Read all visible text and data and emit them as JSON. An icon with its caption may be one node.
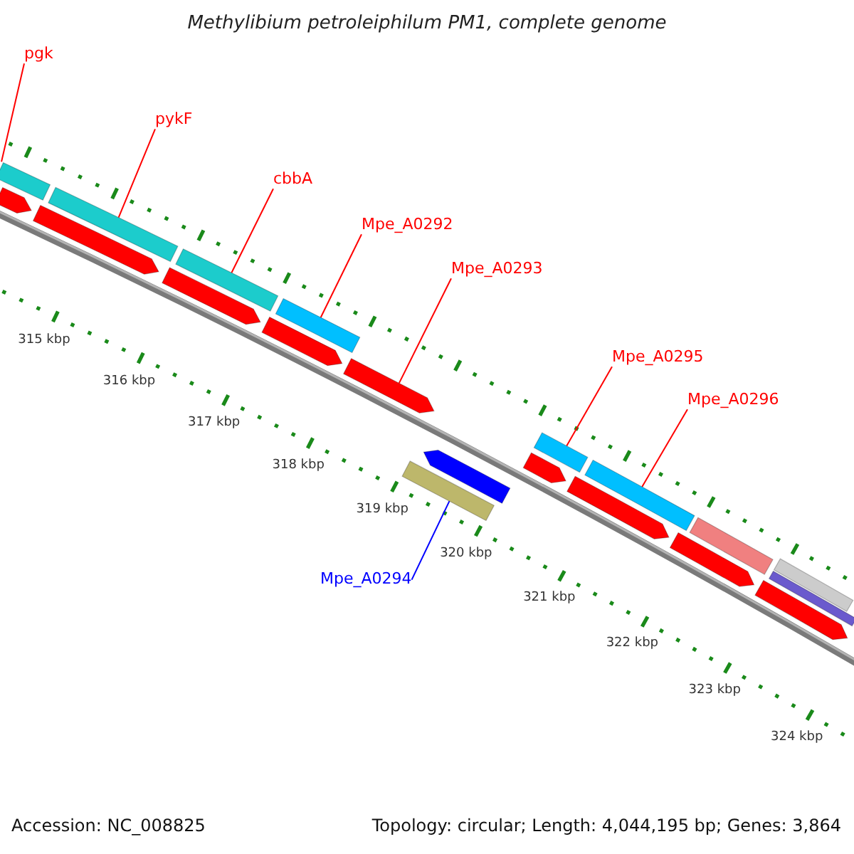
{
  "diagram": {
    "title": "Methylibium petroleiphilum PM1, complete genome",
    "nodes": [
      {
        "text": [
          "pgk"
        ]
      },
      {
        "text": [
          "pykF"
        ]
      },
      {
        "text": [
          "cbbA"
        ]
      },
      {
        "text": [
          "Mpe_A0292"
        ]
      },
      {
        "text": [
          "Mpe_A0293"
        ]
      },
      {
        "text": [
          "Mpe_A0295"
        ]
      },
      {
        "text": [
          "Mpe_A0296"
        ]
      },
      {
        "text": [
          "Mpe_A0294"
        ]
      },
      {
        "text": [],
        "shape": "bar"
      },
      {
        "text": [],
        "shape": "bar"
      },
      {
        "text": [],
        "shape": "bar"
      },
      {
        "text": [],
        "shape": "bar"
      },
      {
        "text": [],
        "shape": "bar"
      },
      {
        "text": [],
        "shape": "bar"
      },
      {
        "text": [],
        "shape": "bar"
      },
      {
        "text": [],
        "shape": "bar"
      },
      {
        "text": [],
        "shape": "bar"
      },
      {
        "text": [],
        "shape": "bar"
      },
      {
        "text": [],
        "shape": "bar"
      },
      {
        "text": [],
        "shape": "bar"
      },
      {
        "text": [],
        "shape": "bar"
      },
      {
        "text": [],
        "shape": "bar"
      },
      {
        "text": [],
        "shape": "bar"
      },
      {
        "text": [],
        "shape": "bar"
      },
      {
        "text": [],
        "shape": "bar"
      },
      {
        "text": [],
        "shape": "bar"
      },
      {
        "text": [],
        "shape": "bar"
      },
      {
        "text": [],
        "shape": "bar"
      }
    ],
    "edges": [
      {
        "from": 0,
        "to": 8,
        "arrow": "none"
      },
      {
        "from": 1,
        "to": 10,
        "arrow": "none"
      },
      {
        "from": 2,
        "to": 12,
        "arrow": "none"
      },
      {
        "from": 3,
        "to": 14,
        "arrow": "none"
      },
      {
        "from": 4,
        "to": 16,
        "arrow": "none"
      },
      {
        "from": 5,
        "to": 20,
        "arrow": "none"
      },
      {
        "from": 6,
        "to": 21,
        "arrow": "none"
      },
      {
        "from": 7,
        "to": 17,
        "arrow": "none",
        "color": "#0000ff"
      }
    ],
    "labels": [
      "315 kbp",
      "316 kbp",
      "317 kbp",
      "318 kbp",
      "319 kbp",
      "320 kbp",
      "321 kbp",
      "322 kbp",
      "323 kbp",
      "324 kbp",
      "Accession: NC_008825",
      "Topology: circular; Length: 4,044,195 bp; Genes: 3,864"
    ]
  }
}
